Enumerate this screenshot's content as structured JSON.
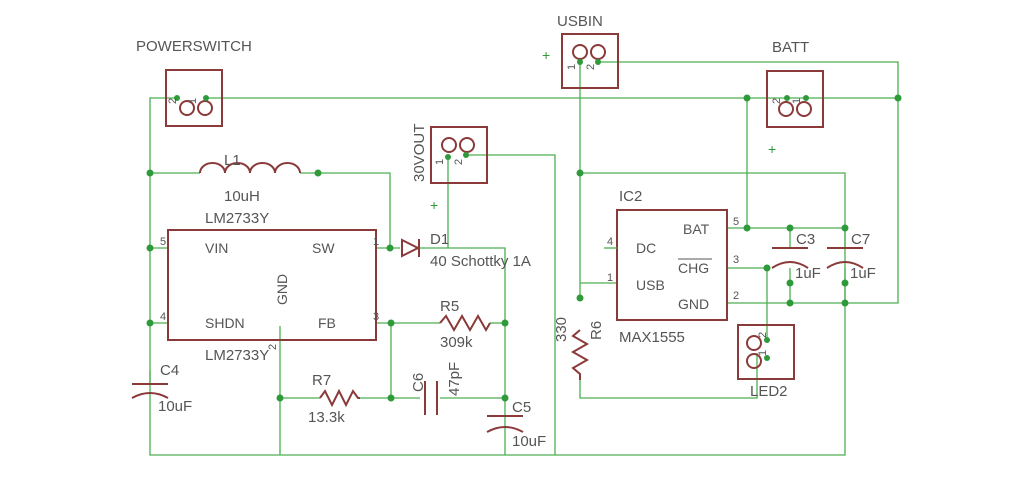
{
  "connectors": {
    "powerswitch": {
      "name": "POWERSWITCH",
      "pin1": "1",
      "pin2": "2"
    },
    "usbin": {
      "name": "USBIN",
      "pin1": "1",
      "pin2": "2",
      "plus": "+"
    },
    "batt": {
      "name": "BATT",
      "pin1": "1",
      "pin2": "2",
      "plus": "+"
    },
    "vout": {
      "name": "30VOUT",
      "pin1": "1",
      "pin2": "2",
      "plus": "+"
    },
    "led2": {
      "name": "LED2",
      "pin1": "1",
      "pin2": "2"
    }
  },
  "inductor": {
    "name": "L1",
    "value": "10uH"
  },
  "ic1": {
    "name": "LM2733Y",
    "name_bottom": "LM2733Y",
    "pins": {
      "vin": "VIN",
      "sw": "SW",
      "shdn": "SHDN",
      "fb": "FB",
      "gnd": "GND"
    },
    "pin_numbers": {
      "vin": "5",
      "sw": "1",
      "shdn": "4",
      "fb": "3",
      "gnd": "2"
    }
  },
  "diode": {
    "name": "D1",
    "value": "40 Schottky 1A"
  },
  "resistors": {
    "r5": {
      "name": "R5",
      "value": "309k"
    },
    "r7": {
      "name": "R7",
      "value": "13.3k"
    },
    "r6": {
      "name": "R6",
      "value": "330"
    }
  },
  "capacitors": {
    "c4": {
      "name": "C4",
      "value": "10uF"
    },
    "c5": {
      "name": "C5",
      "value": "10uF"
    },
    "c6": {
      "name": "C6",
      "value": "47pF"
    },
    "c3": {
      "name": "C3",
      "value": "1uF"
    },
    "c7": {
      "name": "C7",
      "value": "1uF"
    }
  },
  "ic2": {
    "name": "IC2",
    "part": "MAX1555",
    "pins": {
      "dc": "DC",
      "usb": "USB",
      "bat": "BAT",
      "chg": "CHG",
      "gnd": "GND"
    },
    "pin_numbers": {
      "dc": "4",
      "usb": "1",
      "bat": "5",
      "chg": "3",
      "gnd": "2"
    }
  },
  "colors": {
    "wire": "#4caf50",
    "part": "#8b3a3a",
    "text": "#555555"
  }
}
